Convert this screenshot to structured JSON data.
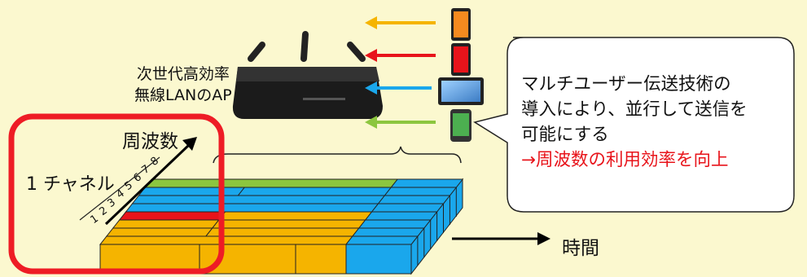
{
  "ap": {
    "label_line1": "次世代高効率",
    "label_line2": "無線LANのAP"
  },
  "axes": {
    "frequency": "周波数",
    "time": "時間"
  },
  "channel": {
    "label": "1 チャネル",
    "subchannels": [
      "1",
      "2",
      "3",
      "4",
      "5",
      "6",
      "7",
      "8"
    ]
  },
  "bubble": {
    "line1": "マルチユーザー伝送技術の",
    "line2": "導入により、並行して送信を",
    "line3": "可能にする",
    "highlight": "→周波数の利用効率を向上"
  },
  "arrows": [
    {
      "color": "#f5b400",
      "device": "orange-tablet-icon"
    },
    {
      "color": "#e8141b",
      "device": "red-tablet-icon"
    },
    {
      "color": "#1aa7ec",
      "device": "landscape-tablet-icon"
    },
    {
      "color": "#8cc63f",
      "device": "green-phone-icon"
    }
  ],
  "colors": {
    "yellow": "#f5b400",
    "red": "#e8141b",
    "blue": "#1aa7ec",
    "green": "#8cc63f",
    "highlight_frame": "#ee1c25"
  }
}
